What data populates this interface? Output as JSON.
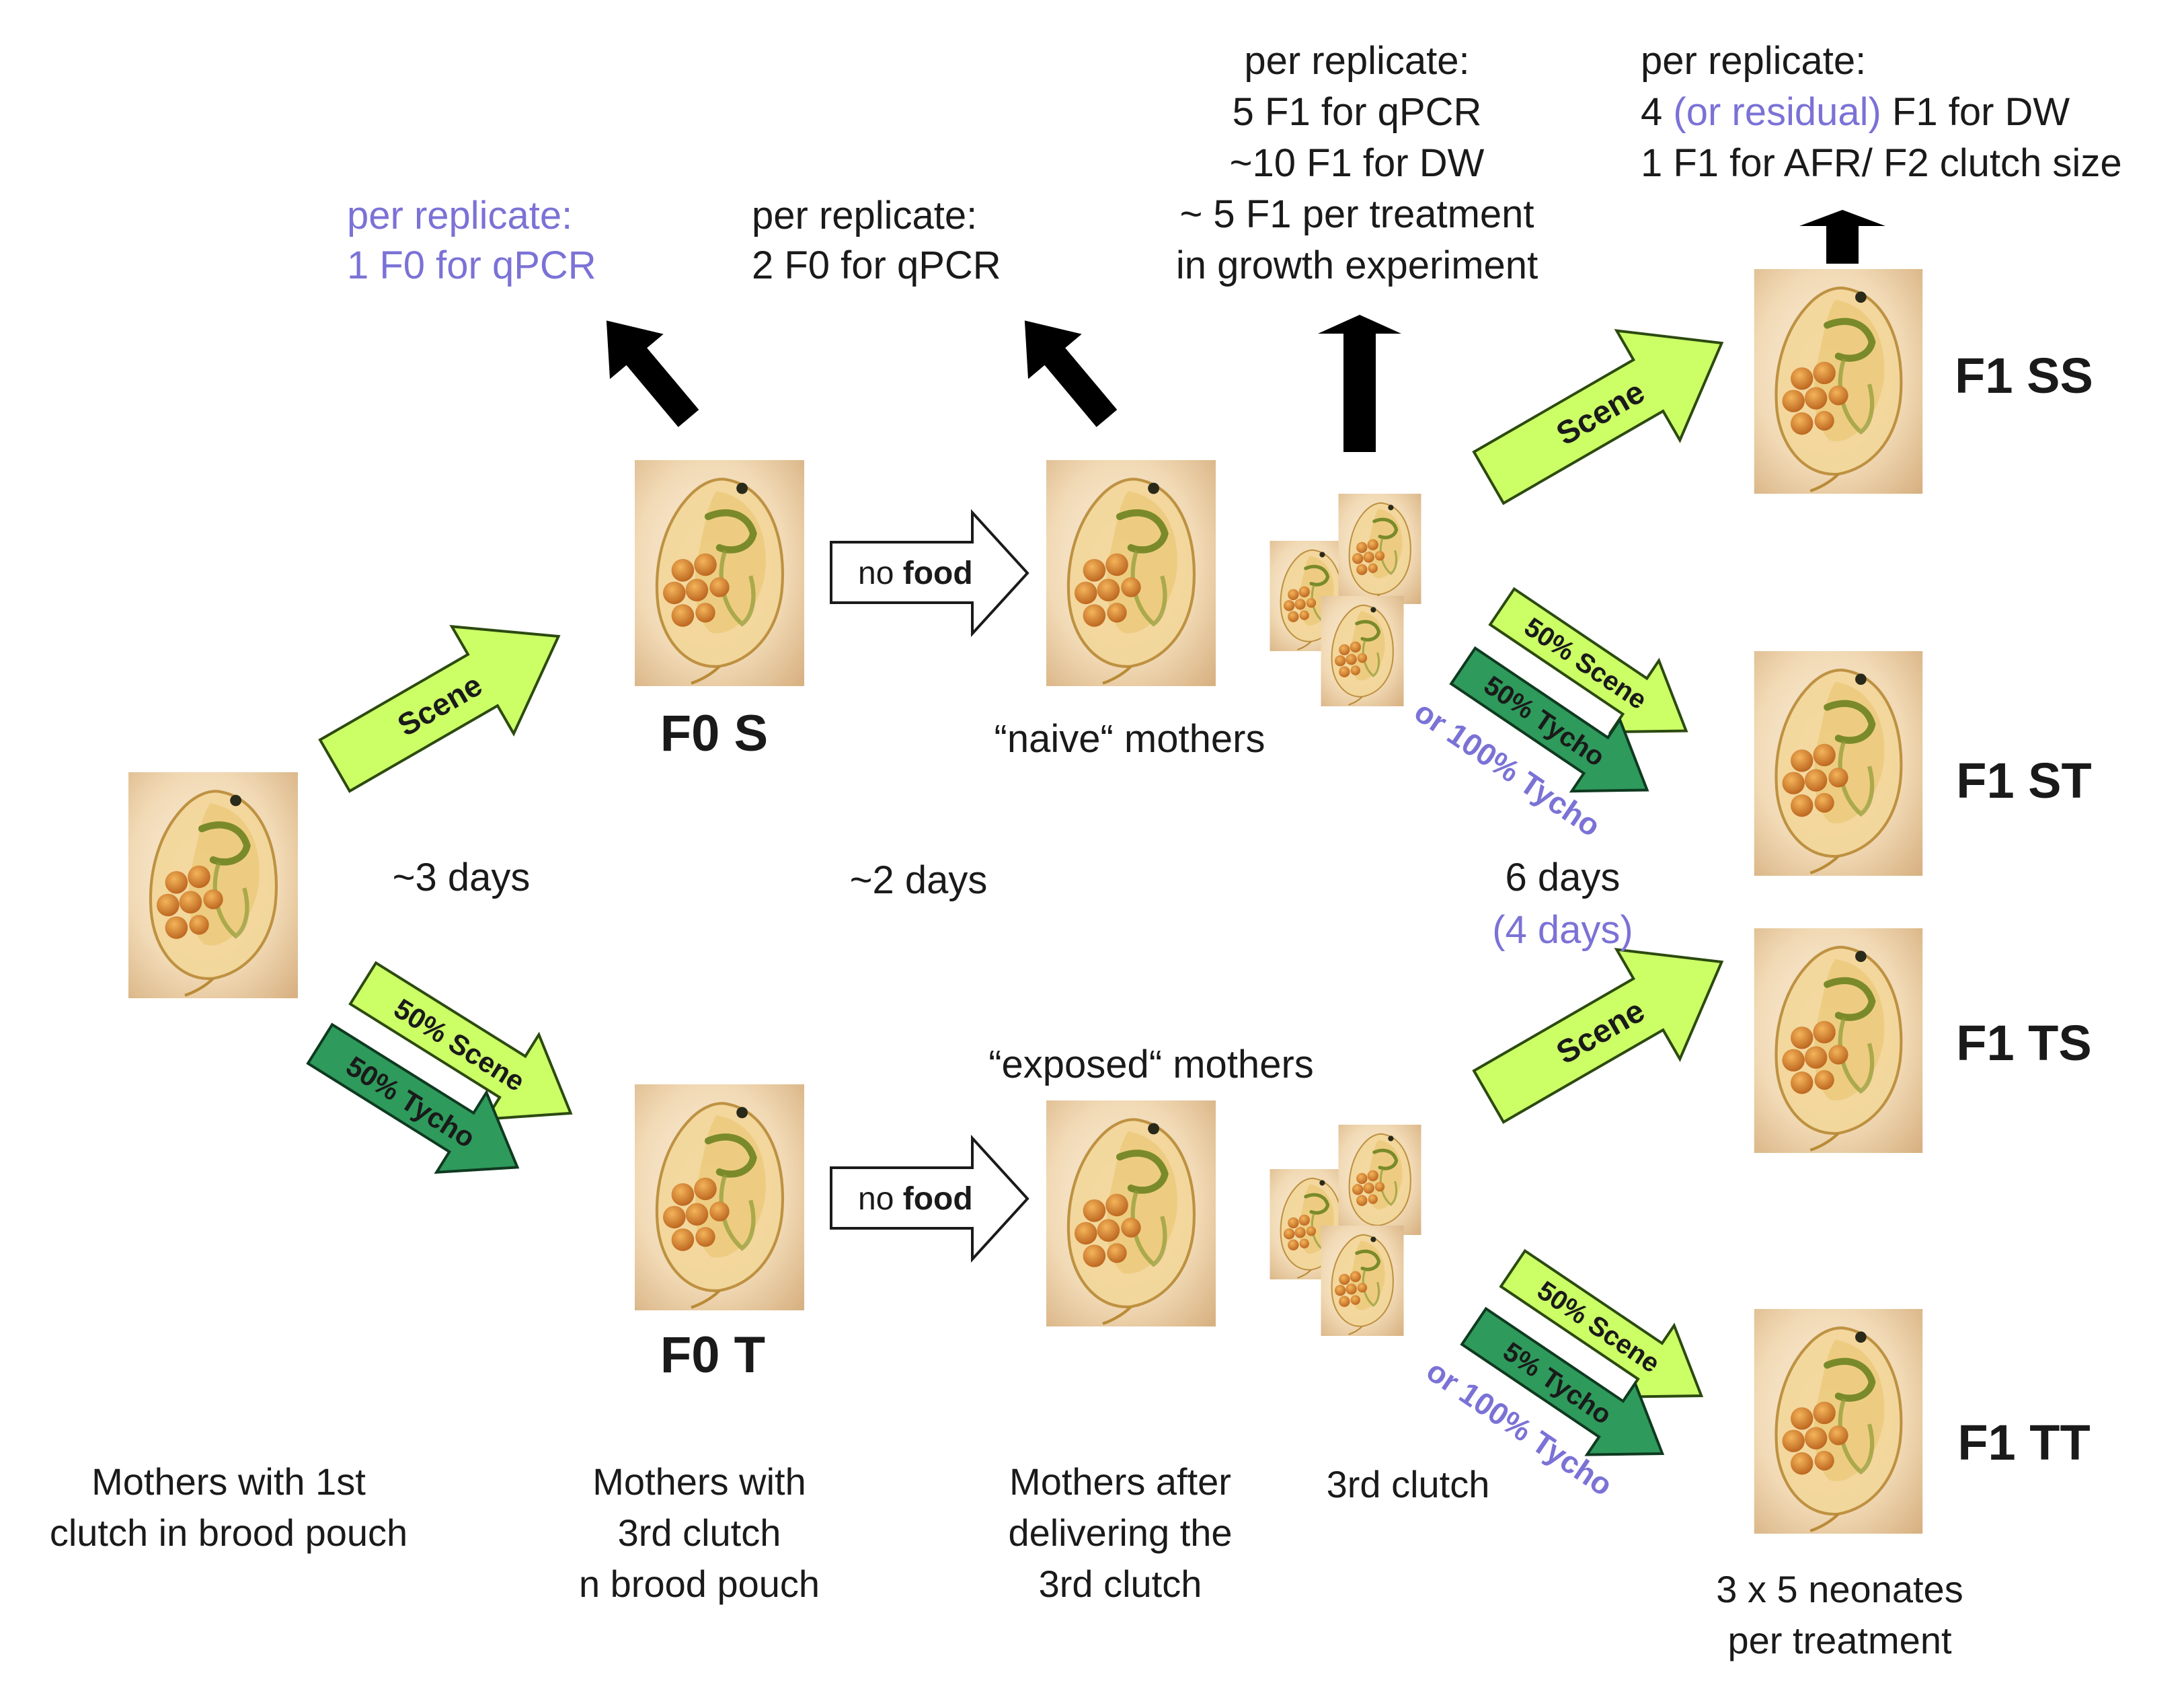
{
  "colors": {
    "scene_arrow": "#ccff66",
    "tycho_arrow": "#2e9a5c",
    "annotation_purple": "#7b72d6",
    "text": "#1a1a1a"
  },
  "labels": {
    "f0s": "F0 S",
    "f0t": "F0 T",
    "f1ss": "F1 SS",
    "f1st": "F1 ST",
    "f1ts": "F1 TS",
    "f1tt": "F1 TT",
    "naive_mothers": "“naive“ mothers",
    "exposed_mothers": "“exposed“ mothers",
    "days_3": "~3 days",
    "days_2": "~2 days",
    "days_6": "6 days",
    "days_4": "(4 days)"
  },
  "arrows": {
    "scene": "Scene",
    "scene_50": "50% Scene",
    "tycho_50": "50% Tycho",
    "tycho_5": "5% Tycho",
    "or_tycho_100": "or 100% Tycho",
    "no": "no",
    "food": "food"
  },
  "annotations": {
    "f0s_sampling": {
      "line1": "per replicate:",
      "line2": "1 F0 for qPCR"
    },
    "naive_sampling": {
      "line1": "per replicate:",
      "line2": "2 F0 for qPCR"
    },
    "clutch_sampling": {
      "line1": "per replicate:",
      "line2": "5 F1 for qPCR",
      "line3": "~10 F1 for DW",
      "line4": "~ 5 F1 per treatment",
      "line5": "in growth experiment"
    },
    "f1_sampling": {
      "line1": "per replicate:",
      "line2_a": "4 ",
      "line2_b": "(or residual)",
      "line2_c": " F1 for DW",
      "line3": "1 F1 for AFR/ F2 clutch size"
    }
  },
  "captions": {
    "col1_line1": "Mothers with 1st",
    "col1_line2": "clutch in brood pouch",
    "col2_line1": "Mothers with",
    "col2_line2": "3rd clutch",
    "col2_line3": "n brood pouch",
    "col3_line1": "Mothers after",
    "col3_line2": "delivering the",
    "col3_line3": "3rd clutch",
    "col4_line1": "3rd clutch",
    "col5_line1": "3 x 5 neonates",
    "col5_line2": "per treatment"
  }
}
